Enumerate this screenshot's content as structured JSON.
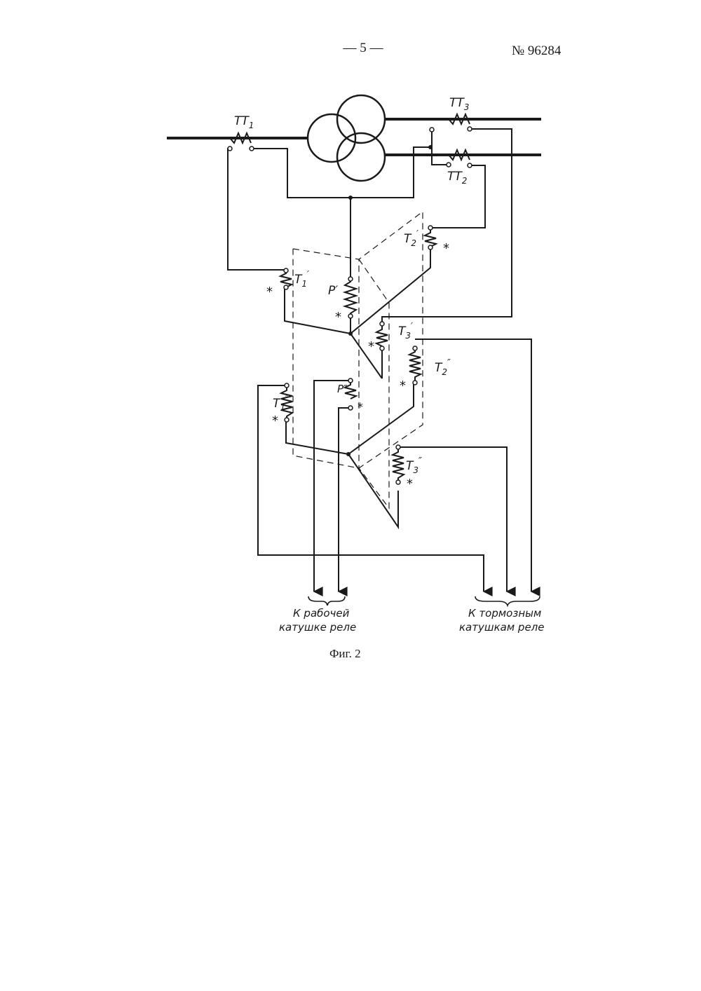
{
  "header": {
    "page_number": "— 5 —",
    "patent_number": "№ 96284"
  },
  "diagram": {
    "labels": {
      "tt1": "TT",
      "tt1_sub": "1",
      "tt2": "TT",
      "tt2_sub": "2",
      "tt3": "TT",
      "tt3_sub": "3",
      "t1p": "T",
      "t1p_sub": "1",
      "t1p_mark": "′",
      "t2p": "T",
      "t2p_sub": "2",
      "t2p_mark": "′",
      "t3p": "T",
      "t3p_sub": "3",
      "t3p_mark": "′",
      "pp": "P′",
      "t1pp": "T",
      "t1pp_sub": "1",
      "t1pp_mark": "″",
      "t2pp": "T",
      "t2pp_sub": "2",
      "t2pp_mark": "″",
      "t3pp": "T",
      "t3pp_sub": "3",
      "t3pp_mark": "″",
      "ppp": "P″",
      "star": "*"
    },
    "captions": {
      "working_line1": "К рабочей",
      "working_line2": "катушке реле",
      "braking_line1": "К тормозным",
      "braking_line2": "катушкам реле"
    }
  },
  "figure": {
    "caption": "Фиг. 2"
  }
}
